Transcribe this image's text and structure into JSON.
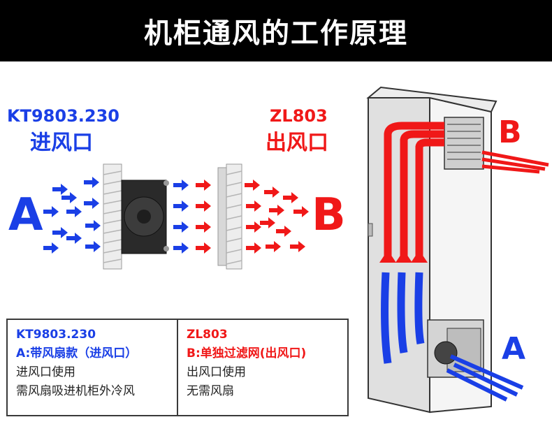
{
  "title": "机柜通风的工作原理",
  "colors": {
    "blue": "#1a3fe6",
    "red": "#f01818",
    "banner": "#000000"
  },
  "left_diagram": {
    "inlet_model": "KT9803.230",
    "inlet_name": "进风口",
    "outlet_model": "ZL803",
    "outlet_name": "出风口",
    "label_a": "A",
    "label_b": "B"
  },
  "cabinet": {
    "label_a": "A",
    "label_b": "B"
  },
  "table": {
    "left": {
      "model": "KT9803.230",
      "type": "A:带风扇款（进风口）",
      "line1": "进风口使用",
      "line2": "需风扇吸进机柜外冷风"
    },
    "right": {
      "model": "ZL803",
      "type": "B:单独过滤网(出风口)",
      "line1": "出风口使用",
      "line2": "无需风扇"
    }
  }
}
